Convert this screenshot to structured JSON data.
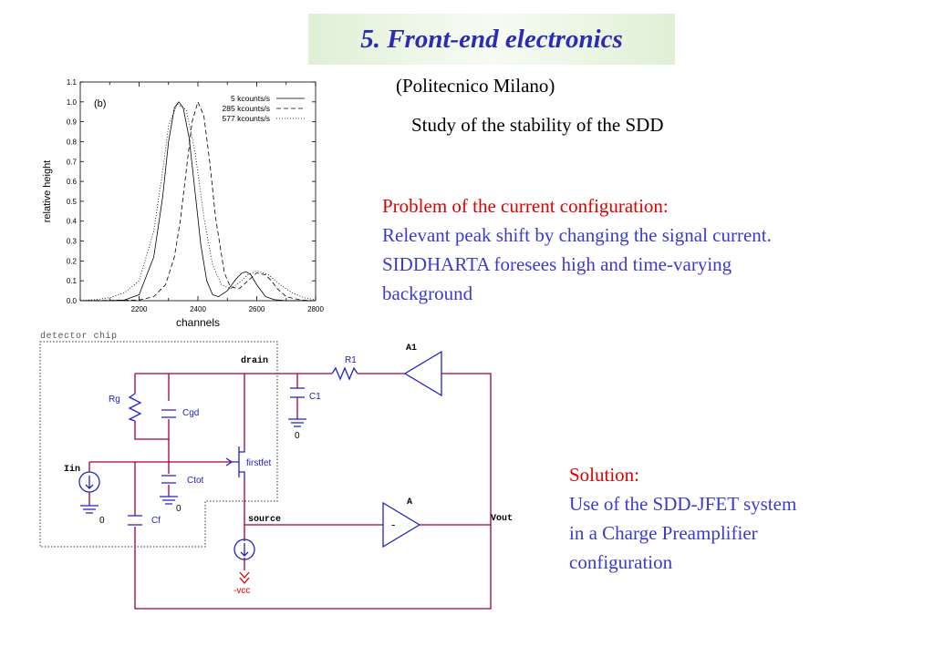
{
  "slide": {
    "title": "5. Front-end electronics",
    "subtitle": "(Politecnico Milano)",
    "study": "Study of the stability of the SDD",
    "problem_heading": "Problem of the current configuration:",
    "problem_lines": [
      "Relevant peak shift by changing the signal current.",
      "SIDDHARTA foresees high and time-varying",
      "background"
    ],
    "solution_heading": "Solution:",
    "solution_lines": [
      "Use of the SDD-JFET system",
      "in a Charge Preamplifier",
      "configuration"
    ]
  },
  "chart_data": {
    "type": "line",
    "panel_label": "(b)",
    "xlabel": "channels",
    "ylabel": "relative height",
    "xlim": [
      2000,
      2800
    ],
    "ylim": [
      0,
      1.1
    ],
    "xticks": [
      2200,
      2400,
      2600,
      2800
    ],
    "yticks": [
      0.0,
      0.1,
      0.2,
      0.3,
      0.4,
      0.5,
      0.6,
      0.7,
      0.8,
      0.9,
      1.0,
      1.1
    ],
    "legend_position": "top-right",
    "series": [
      {
        "name": "5 kcounts/s",
        "style": "solid",
        "x": [
          2000,
          2100,
          2150,
          2200,
          2250,
          2280,
          2300,
          2320,
          2335,
          2350,
          2370,
          2390,
          2410,
          2430,
          2450,
          2470,
          2500,
          2530,
          2550,
          2565,
          2580,
          2600,
          2630,
          2660,
          2700,
          2800
        ],
        "y": [
          0,
          0,
          0.003,
          0.03,
          0.22,
          0.52,
          0.8,
          0.97,
          1.0,
          0.97,
          0.82,
          0.55,
          0.28,
          0.1,
          0.03,
          0.02,
          0.05,
          0.11,
          0.14,
          0.145,
          0.13,
          0.08,
          0.02,
          0.005,
          0,
          0
        ]
      },
      {
        "name": "285 kcounts/s",
        "style": "dashed",
        "x": [
          2000,
          2200,
          2250,
          2290,
          2320,
          2340,
          2360,
          2380,
          2400,
          2420,
          2440,
          2460,
          2490,
          2510,
          2540,
          2570,
          2600,
          2630,
          2650,
          2670,
          2700,
          2750,
          2800
        ],
        "y": [
          0,
          0.003,
          0.02,
          0.08,
          0.22,
          0.4,
          0.65,
          0.9,
          1.0,
          0.93,
          0.7,
          0.42,
          0.14,
          0.07,
          0.06,
          0.1,
          0.14,
          0.13,
          0.1,
          0.06,
          0.02,
          0.003,
          0
        ]
      },
      {
        "name": "577 kcounts/s",
        "style": "dotted",
        "x": [
          2000,
          2050,
          2100,
          2150,
          2200,
          2250,
          2280,
          2300,
          2330,
          2360,
          2390,
          2420,
          2450,
          2480,
          2510,
          2540,
          2570,
          2600,
          2640,
          2680,
          2720,
          2760,
          2800
        ],
        "y": [
          0,
          0.005,
          0.015,
          0.04,
          0.1,
          0.35,
          0.65,
          0.88,
          0.99,
          0.96,
          0.75,
          0.42,
          0.18,
          0.08,
          0.06,
          0.09,
          0.13,
          0.15,
          0.13,
          0.08,
          0.04,
          0.015,
          0.005
        ]
      }
    ]
  },
  "circuit": {
    "box_label": "detector chip",
    "nodes": {
      "drain": "drain",
      "source": "source",
      "iin": "Iin",
      "vout": "Vout",
      "vcc": "-vcc"
    },
    "components": {
      "r1": "R1",
      "c1": "C1",
      "rg": "Rg",
      "cgd": "Cgd",
      "ctot": "Ctot",
      "cf": "Cf",
      "jfet": "firstfet",
      "a1": "A1",
      "a": "A",
      "minus": "-"
    },
    "grounds": {
      "g1": "0",
      "g2": "0",
      "g3": "0"
    }
  }
}
